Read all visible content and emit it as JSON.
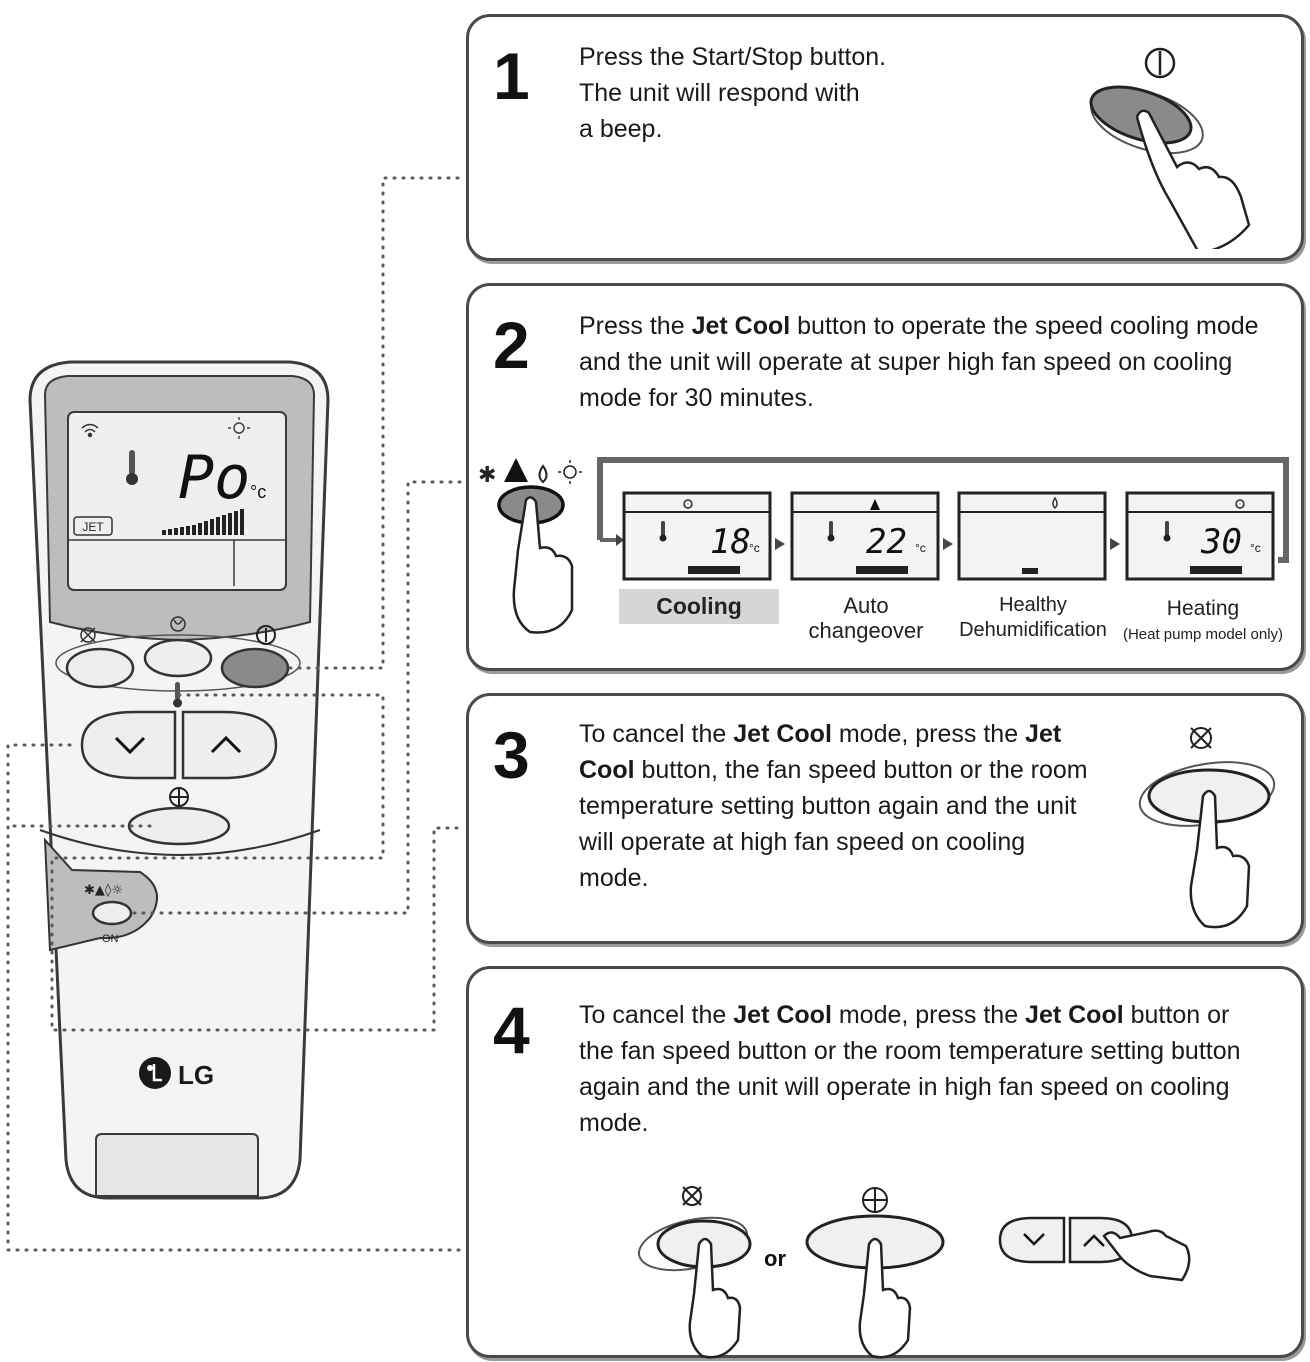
{
  "steps": [
    {
      "number": "1",
      "lines": [
        "Press the Start/Stop button.",
        "The unit will respond with",
        "a beep."
      ]
    },
    {
      "number": "2",
      "l1_a": "Press the ",
      "l1_b": "Jet Cool",
      "l1_c": " button to operate the speed cooling mode",
      "l2": "and the unit will operate at super high fan speed on cooling",
      "l3": "mode for 30 minutes."
    },
    {
      "number": "3",
      "l1_a": "To cancel the ",
      "l1_b": "Jet Cool",
      "l1_c": " mode, press the ",
      "l1_d": "Jet",
      "l2_a": "Cool",
      "l2_b": " button, the fan speed button or the room",
      "l3": "temperature setting button again and the unit",
      "l4": "will operate at high fan speed on cooling",
      "l5": "mode."
    },
    {
      "number": "4",
      "l1_a": "To cancel the ",
      "l1_b": "Jet Cool",
      "l1_c": " mode, press the ",
      "l1_d": "Jet Cool",
      "l1_e": " button or",
      "l2": "the fan speed button or the room temperature setting button",
      "l3": "again and the unit will operate in high fan speed on cooling",
      "l4": "mode.",
      "or_label": "or"
    }
  ],
  "modes": [
    {
      "name": "Cooling",
      "temp": "18",
      "unit": "°c",
      "highlighted": true
    },
    {
      "name_line1": "Auto",
      "name_line2": "changeover",
      "temp": "22",
      "unit": "°c"
    },
    {
      "name_line1": "Healthy",
      "name_line2": "Dehumidification",
      "temp": "",
      "unit": ""
    },
    {
      "name_line1": "Heating",
      "name_line2": "(Heat pump model only)",
      "temp": "30",
      "unit": "°c"
    }
  ],
  "remote": {
    "display_text": "Po",
    "display_unit": "°c",
    "jet_label": "JET",
    "on_label": "ON",
    "brand": "LG",
    "power_symbol": "⏻"
  },
  "colors": {
    "highlight_button": "#8a8a8a",
    "cooling_label_bg": "#d6d6d6",
    "outline": "#3a3a3a"
  }
}
